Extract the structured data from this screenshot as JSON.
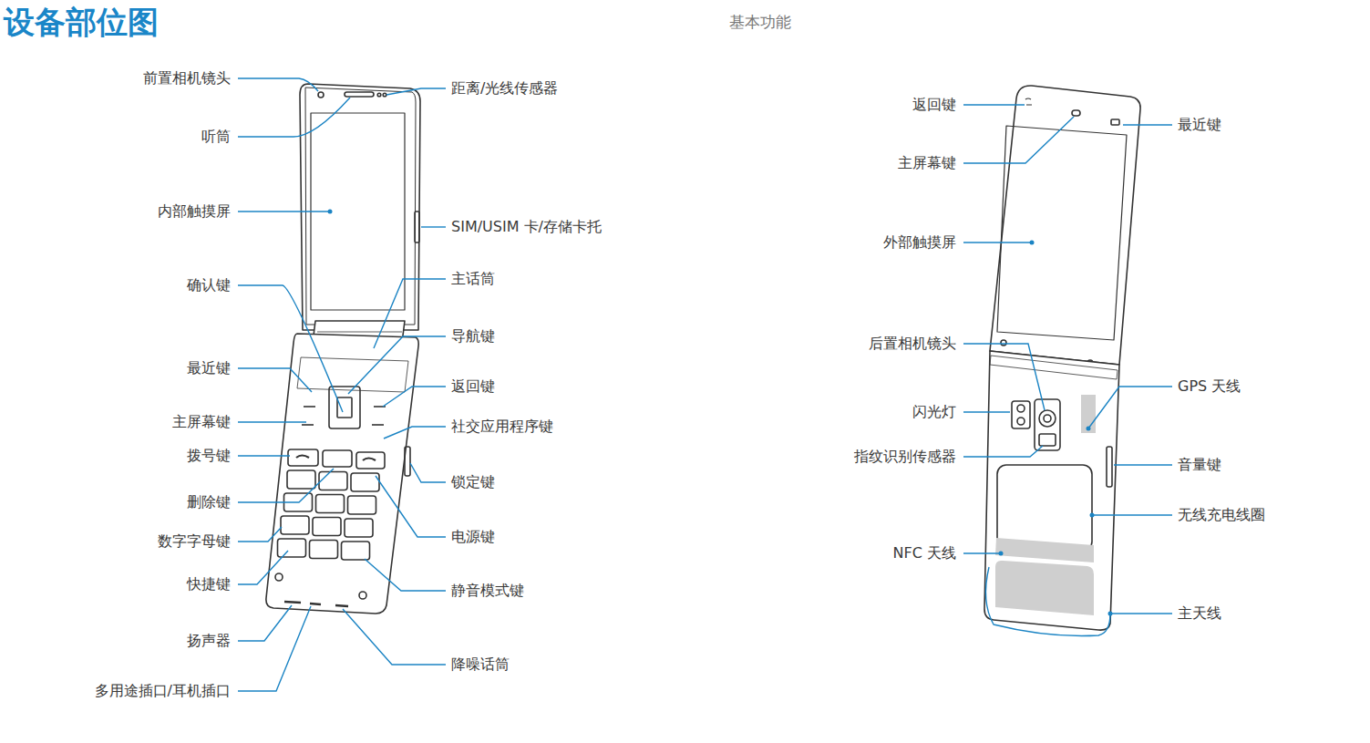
{
  "diagram": {
    "title": "设备部位图",
    "labels": [
      "基本功能",
      "前置相机镜头",
      "听筒",
      "内部触摸屏",
      "确认键",
      "最近键",
      "主屏幕键",
      "拨号键",
      "删除键",
      "数字字母键",
      "快捷键",
      "扬声器",
      "多用途插口/耳机插口",
      "距离/光线传感器",
      "SIM/USIM 卡/存储卡托",
      "主话筒",
      "导航键",
      "返回键",
      "社交应用程序键",
      "锁定键",
      "电源键",
      "静音模式键",
      "降噪话筒",
      "返回键",
      "主屏幕键",
      "外部触摸屏",
      "后置相机镜头",
      "闪光灯",
      "指纹识别传感器",
      "NFC 天线",
      "最近键",
      "GPS 天线",
      "音量键",
      "无线充电线圈",
      "主天线"
    ]
  }
}
